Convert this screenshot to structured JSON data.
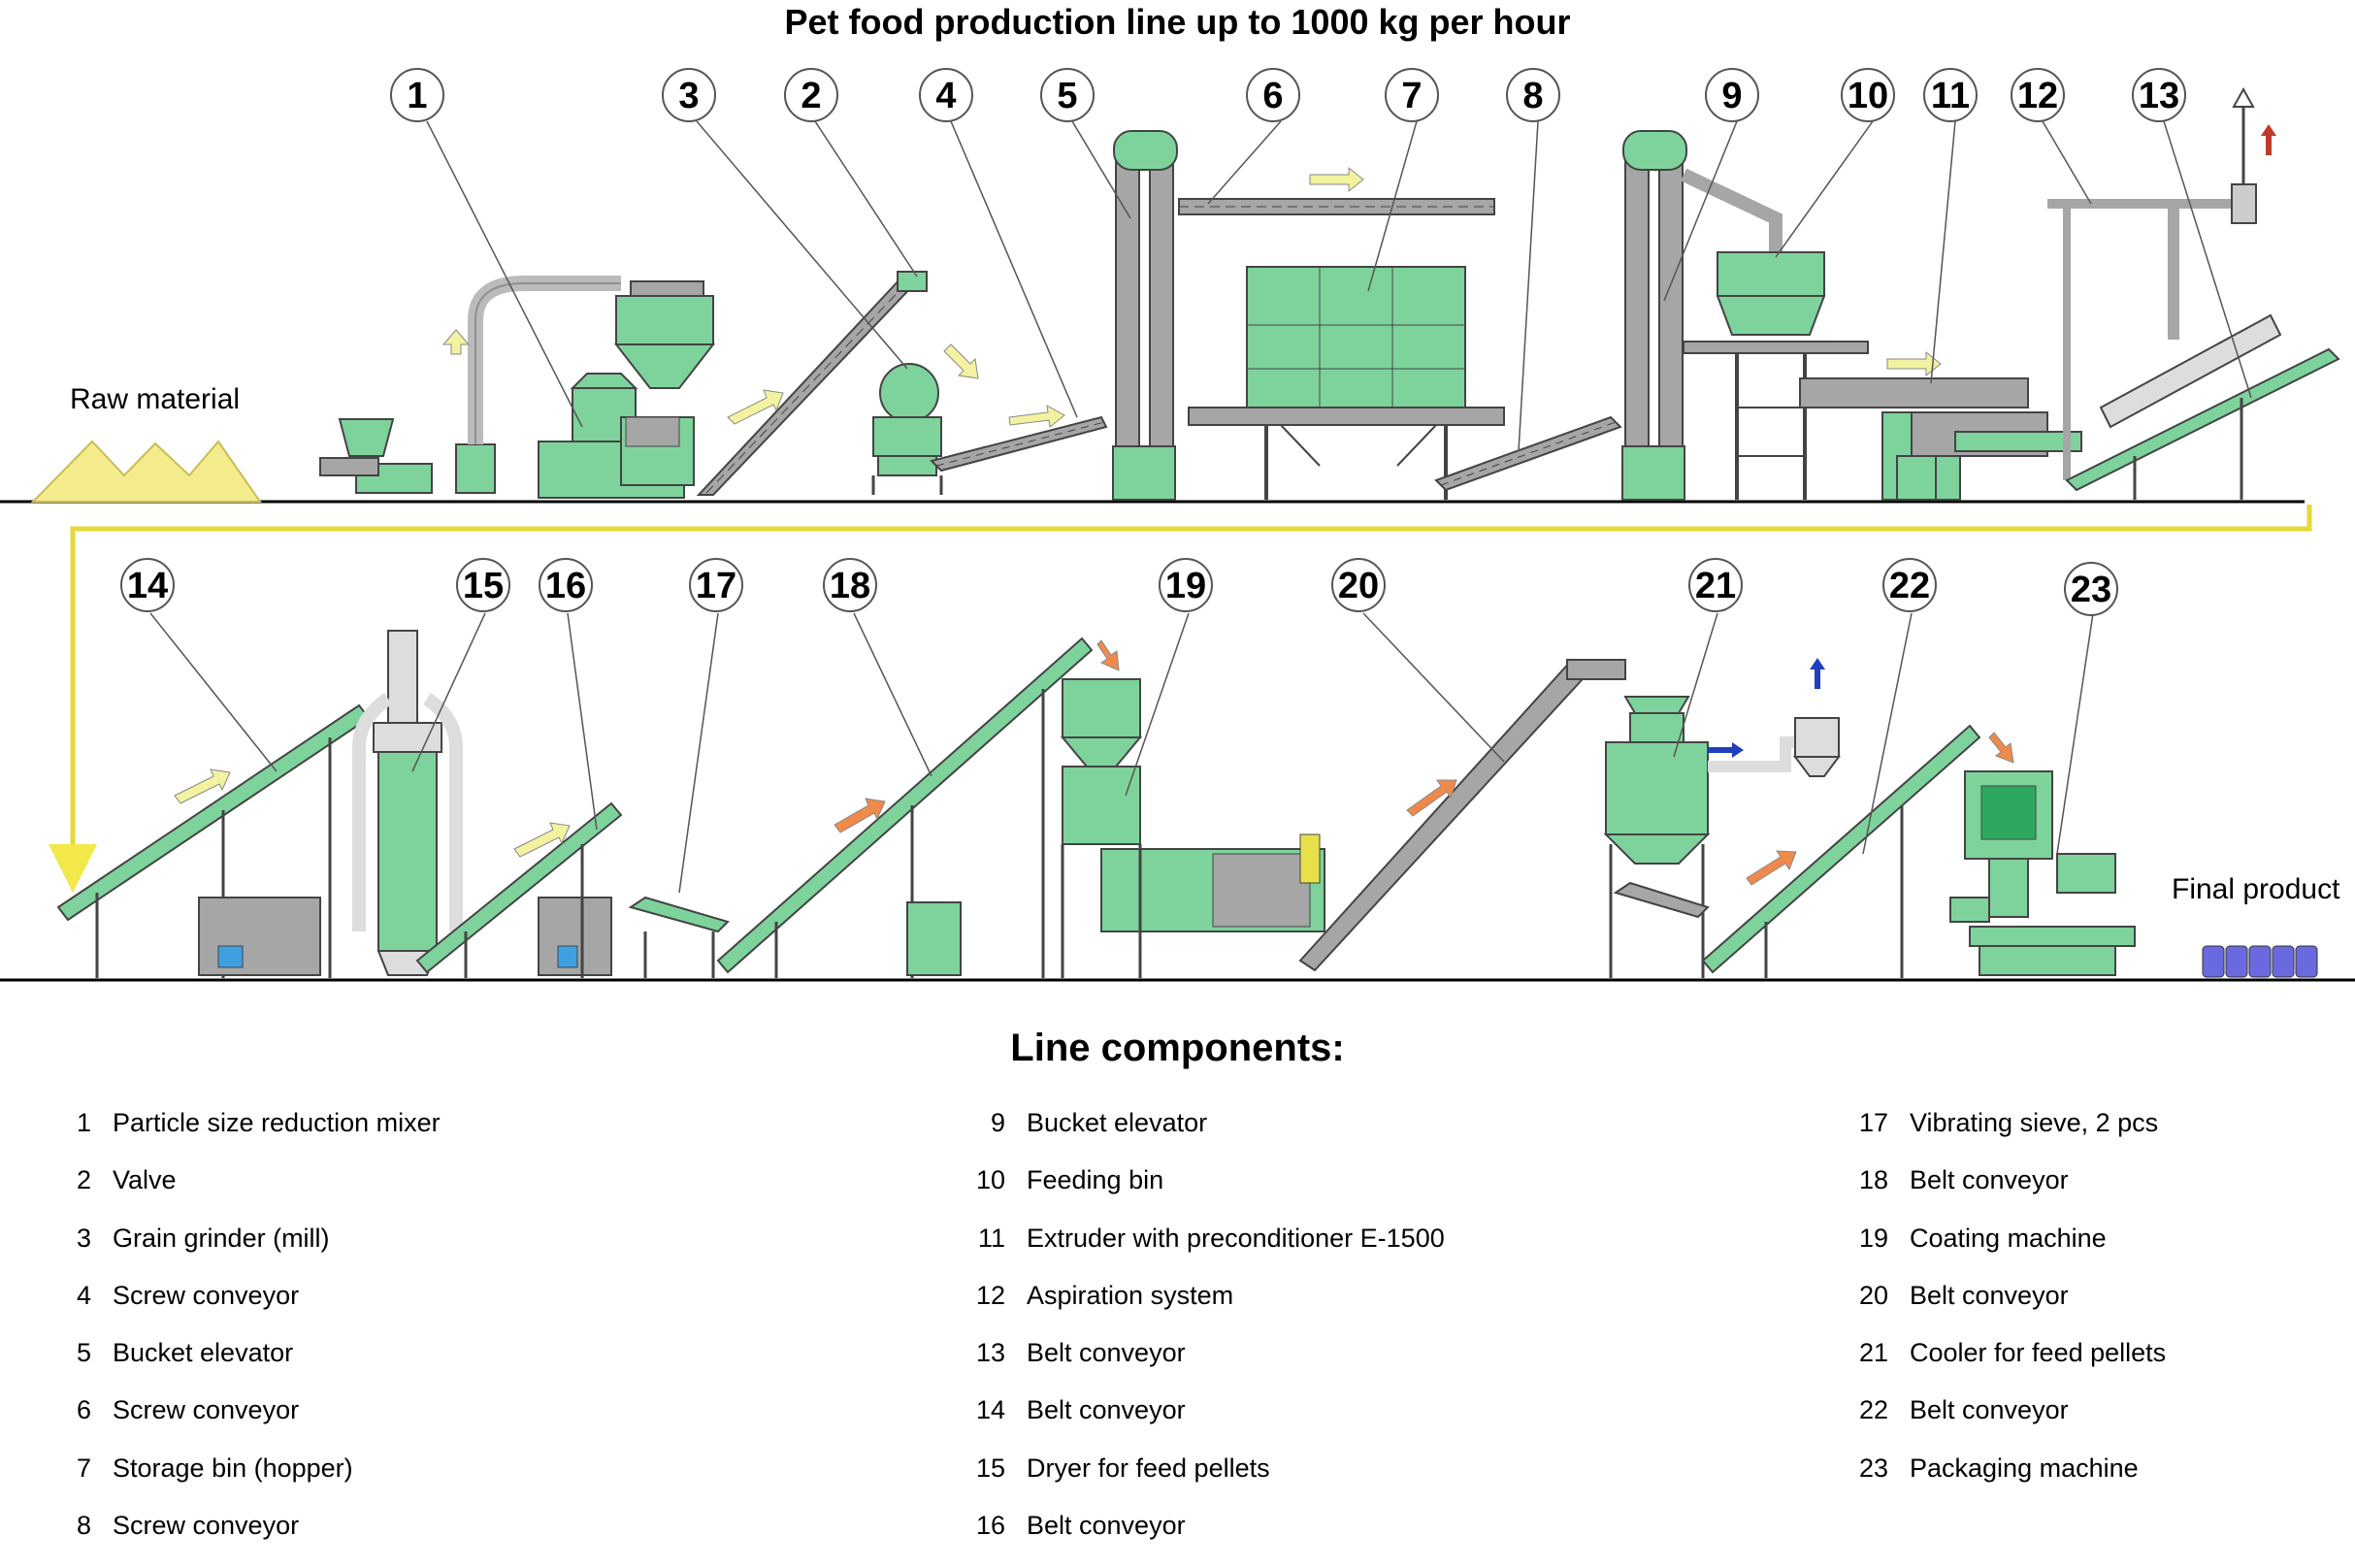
{
  "title": "Pet food production line up to 1000 kg per hour",
  "raw_material_label": "Raw material",
  "final_product_label": "Final product",
  "components_heading": "Line components:",
  "colors": {
    "machine_green": "#7ed39c",
    "steel_gray": "#a6a6a6",
    "arrow_yellow": "#f2f2a0",
    "arrow_orange": "#f08a4b",
    "arrow_red": "#c0392b",
    "arrow_blue": "#1f3fbf",
    "raw_material_yellow": "#f4ec8c",
    "bag_blue": "#6a6ae0",
    "flow_line": "#f2e84a"
  },
  "callouts": [
    "1",
    "3",
    "2",
    "4",
    "5",
    "6",
    "7",
    "8",
    "9",
    "10",
    "11",
    "12",
    "13",
    "14",
    "15",
    "16",
    "17",
    "18",
    "19",
    "20",
    "21",
    "22",
    "23"
  ],
  "components": [
    {
      "num": "1",
      "label": "Particle size reduction mixer"
    },
    {
      "num": "2",
      "label": "Valve"
    },
    {
      "num": "3",
      "label": "Grain grinder (mill)"
    },
    {
      "num": "4",
      "label": "Screw conveyor"
    },
    {
      "num": "5",
      "label": "Bucket elevator"
    },
    {
      "num": "6",
      "label": "Screw conveyor"
    },
    {
      "num": "7",
      "label": "Storage bin (hopper)"
    },
    {
      "num": "8",
      "label": "Screw conveyor"
    },
    {
      "num": "9",
      "label": "Bucket elevator"
    },
    {
      "num": "10",
      "label": "Feeding bin"
    },
    {
      "num": "11",
      "label": "Extruder with preconditioner E-1500"
    },
    {
      "num": "12",
      "label": "Aspiration system"
    },
    {
      "num": "13",
      "label": "Belt conveyor"
    },
    {
      "num": "14",
      "label": "Belt conveyor"
    },
    {
      "num": "15",
      "label": "Dryer for feed pellets"
    },
    {
      "num": "16",
      "label": "Belt conveyor"
    },
    {
      "num": "17",
      "label": "Vibrating sieve, 2 pcs"
    },
    {
      "num": "18",
      "label": "Belt conveyor"
    },
    {
      "num": "19",
      "label": "Coating machine"
    },
    {
      "num": "20",
      "label": "Belt conveyor"
    },
    {
      "num": "21",
      "label": "Cooler for feed pellets"
    },
    {
      "num": "22",
      "label": "Belt conveyor"
    },
    {
      "num": "23",
      "label": "Packaging machine"
    }
  ]
}
